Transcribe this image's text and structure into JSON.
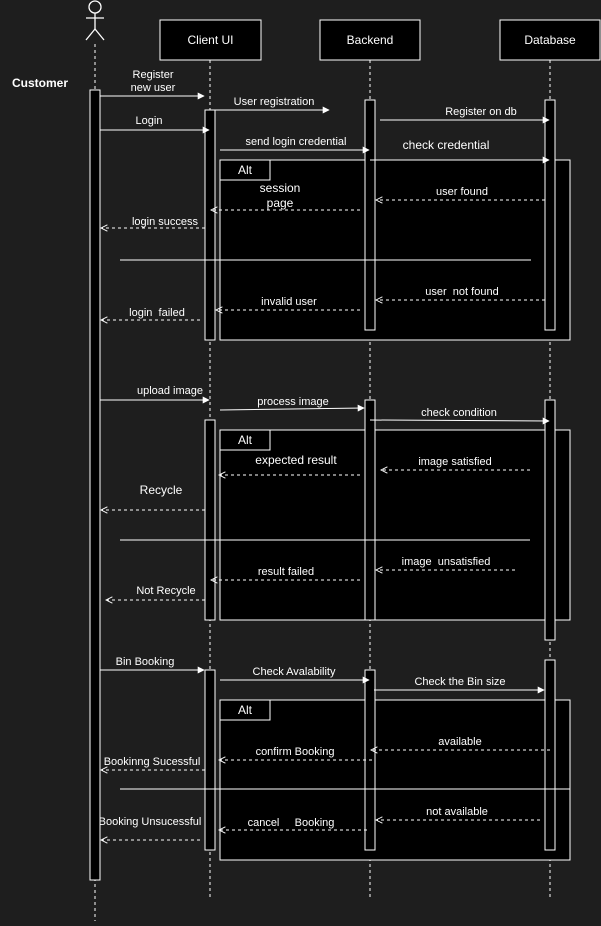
{
  "diagram": {
    "type": "sequence",
    "colors": {
      "background": "#1e1e1e",
      "stroke": "#ffffff",
      "text": "#ffffff",
      "box": "#000000"
    },
    "actor": {
      "label": "Customer",
      "icon": "stick-figure-icon"
    },
    "participants": [
      {
        "id": "client",
        "label": "Client UI"
      },
      {
        "id": "backend",
        "label": "Backend"
      },
      {
        "id": "database",
        "label": "Database"
      }
    ],
    "fragments": [
      {
        "label": "Alt"
      },
      {
        "label": "Alt"
      },
      {
        "label": "Alt"
      }
    ],
    "messages": [
      {
        "text": [
          "Register",
          "new user"
        ],
        "from": "customer",
        "to": "client",
        "style": "solid"
      },
      {
        "text": [
          "User registration"
        ],
        "from": "client",
        "to": "backend",
        "style": "solid"
      },
      {
        "text": [
          "Register on db"
        ],
        "from": "backend",
        "to": "database",
        "style": "solid"
      },
      {
        "text": [
          "Login"
        ],
        "from": "customer",
        "to": "client",
        "style": "solid"
      },
      {
        "text": [
          "send login credential"
        ],
        "from": "client",
        "to": "backend",
        "style": "solid"
      },
      {
        "text": [
          "check credential"
        ],
        "from": "backend",
        "to": "database",
        "style": "solid"
      },
      {
        "text": [
          "user found"
        ],
        "from": "database",
        "to": "backend",
        "style": "dashed"
      },
      {
        "text": [
          "session",
          "page"
        ],
        "from": "backend",
        "to": "client",
        "style": "dashed"
      },
      {
        "text": [
          "login success"
        ],
        "from": "client",
        "to": "customer",
        "style": "dashed"
      },
      {
        "text": [
          "user  not found"
        ],
        "from": "database",
        "to": "backend",
        "style": "dashed"
      },
      {
        "text": [
          "invalid user"
        ],
        "from": "backend",
        "to": "client",
        "style": "dashed"
      },
      {
        "text": [
          "login  failed"
        ],
        "from": "client",
        "to": "customer",
        "style": "dashed"
      },
      {
        "text": [
          "upload image"
        ],
        "from": "customer",
        "to": "client",
        "style": "solid"
      },
      {
        "text": [
          "process image"
        ],
        "from": "client",
        "to": "backend",
        "style": "solid"
      },
      {
        "text": [
          "check condition"
        ],
        "from": "backend",
        "to": "database",
        "style": "solid"
      },
      {
        "text": [
          "image satisfied"
        ],
        "from": "database",
        "to": "backend",
        "style": "dashed"
      },
      {
        "text": [
          "expected result"
        ],
        "from": "backend",
        "to": "client",
        "style": "dashed"
      },
      {
        "text": [
          "Recycle"
        ],
        "from": "client",
        "to": "customer",
        "style": "dashed"
      },
      {
        "text": [
          "image  unsatisfied"
        ],
        "from": "database",
        "to": "backend",
        "style": "dashed"
      },
      {
        "text": [
          "result failed"
        ],
        "from": "backend",
        "to": "client",
        "style": "dashed"
      },
      {
        "text": [
          "Not Recycle"
        ],
        "from": "client",
        "to": "customer",
        "style": "dashed"
      },
      {
        "text": [
          "Bin Booking"
        ],
        "from": "customer",
        "to": "client",
        "style": "solid"
      },
      {
        "text": [
          "Check Avalability"
        ],
        "from": "client",
        "to": "backend",
        "style": "solid"
      },
      {
        "text": [
          "Check the Bin size"
        ],
        "from": "backend",
        "to": "database",
        "style": "solid"
      },
      {
        "text": [
          "available"
        ],
        "from": "database",
        "to": "backend",
        "style": "dashed"
      },
      {
        "text": [
          "confirm Booking"
        ],
        "from": "backend",
        "to": "client",
        "style": "dashed"
      },
      {
        "text": [
          "Bookinng Sucessful"
        ],
        "from": "client",
        "to": "customer",
        "style": "dashed"
      },
      {
        "text": [
          "not available"
        ],
        "from": "database",
        "to": "backend",
        "style": "dashed"
      },
      {
        "text": [
          "cancel     Booking"
        ],
        "from": "backend",
        "to": "client",
        "style": "dashed"
      },
      {
        "text": [
          "Booking Unsucessful"
        ],
        "from": "client",
        "to": "customer",
        "style": "dashed"
      }
    ]
  }
}
